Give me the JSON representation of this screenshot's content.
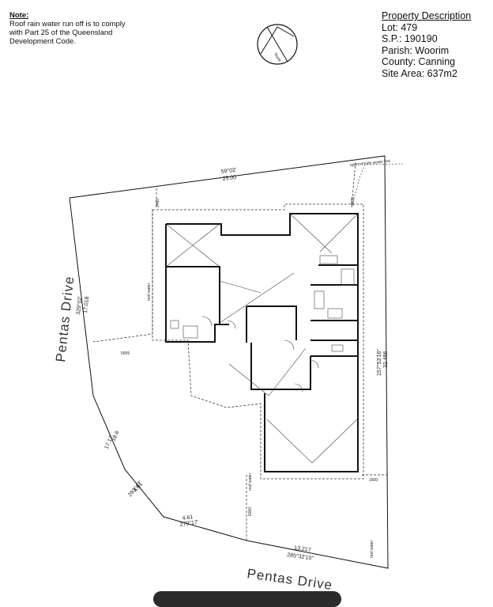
{
  "note": {
    "heading": "Note:",
    "lines": [
      "Roof rain water run off is to comply",
      "with Part 25 of the Queensland",
      "Development Code."
    ]
  },
  "north_label": "North",
  "property": {
    "heading": "Property Description",
    "lot": "Lot: 479",
    "sp": "S.P.: 190190",
    "parish": "Parish: Woorim",
    "county": "County: Canning",
    "area": "Site Area: 637m2"
  },
  "streets": {
    "left": "Pentas Drive",
    "bottom": "Pentas Drive"
  },
  "dimensions": {
    "top_bearing": "59°02'",
    "top_length": "25.00",
    "left_bearing": "329°02'",
    "left_length": "17.018",
    "right_bearing": "157°53'16\"",
    "right_length": "32.486",
    "curve1_a": "17.17",
    "curve1_b": "18.6",
    "curve2_length": "4.61",
    "curve2_bearing": "293°47'",
    "curve3_length": "4.61",
    "curve3_bearing": "270°17'",
    "bottom_length": "13.217",
    "bottom_bearing": "285°32'10\"",
    "setback_left": "5005",
    "setback_top": "2460",
    "setback_top_right": "2035",
    "setback_bottom_right": "1600",
    "setback_bottom": "6000"
  },
  "annotations": {
    "sewer": "approximate sewer line",
    "roof_water": "roof water"
  }
}
